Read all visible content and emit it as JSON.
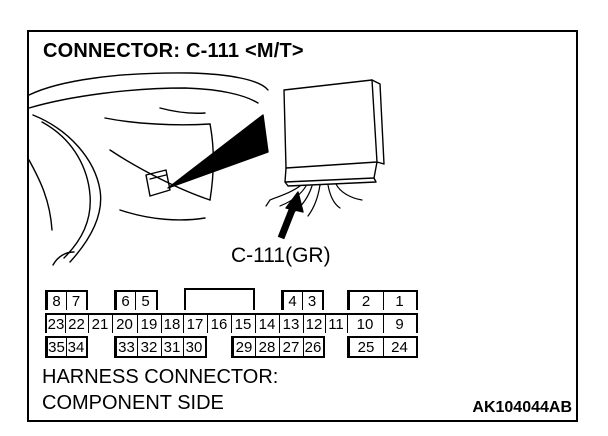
{
  "title": "CONNECTOR: C-111 <M/T>",
  "callout": "C-111(GR)",
  "connector": {
    "row1": [
      "8",
      "7",
      "6",
      "5",
      "4",
      "3",
      "2",
      "1"
    ],
    "row2": [
      "23",
      "22",
      "21",
      "20",
      "19",
      "18",
      "17",
      "16",
      "15",
      "14",
      "13",
      "12",
      "11",
      "10",
      "9"
    ],
    "row3": [
      "35",
      "34",
      "33",
      "32",
      "31",
      "30",
      "29",
      "28",
      "27",
      "26",
      "25",
      "24"
    ]
  },
  "caption": {
    "line1": "HARNESS CONNECTOR:",
    "line2": "COMPONENT SIDE"
  },
  "figure_code": "AK104044AB"
}
